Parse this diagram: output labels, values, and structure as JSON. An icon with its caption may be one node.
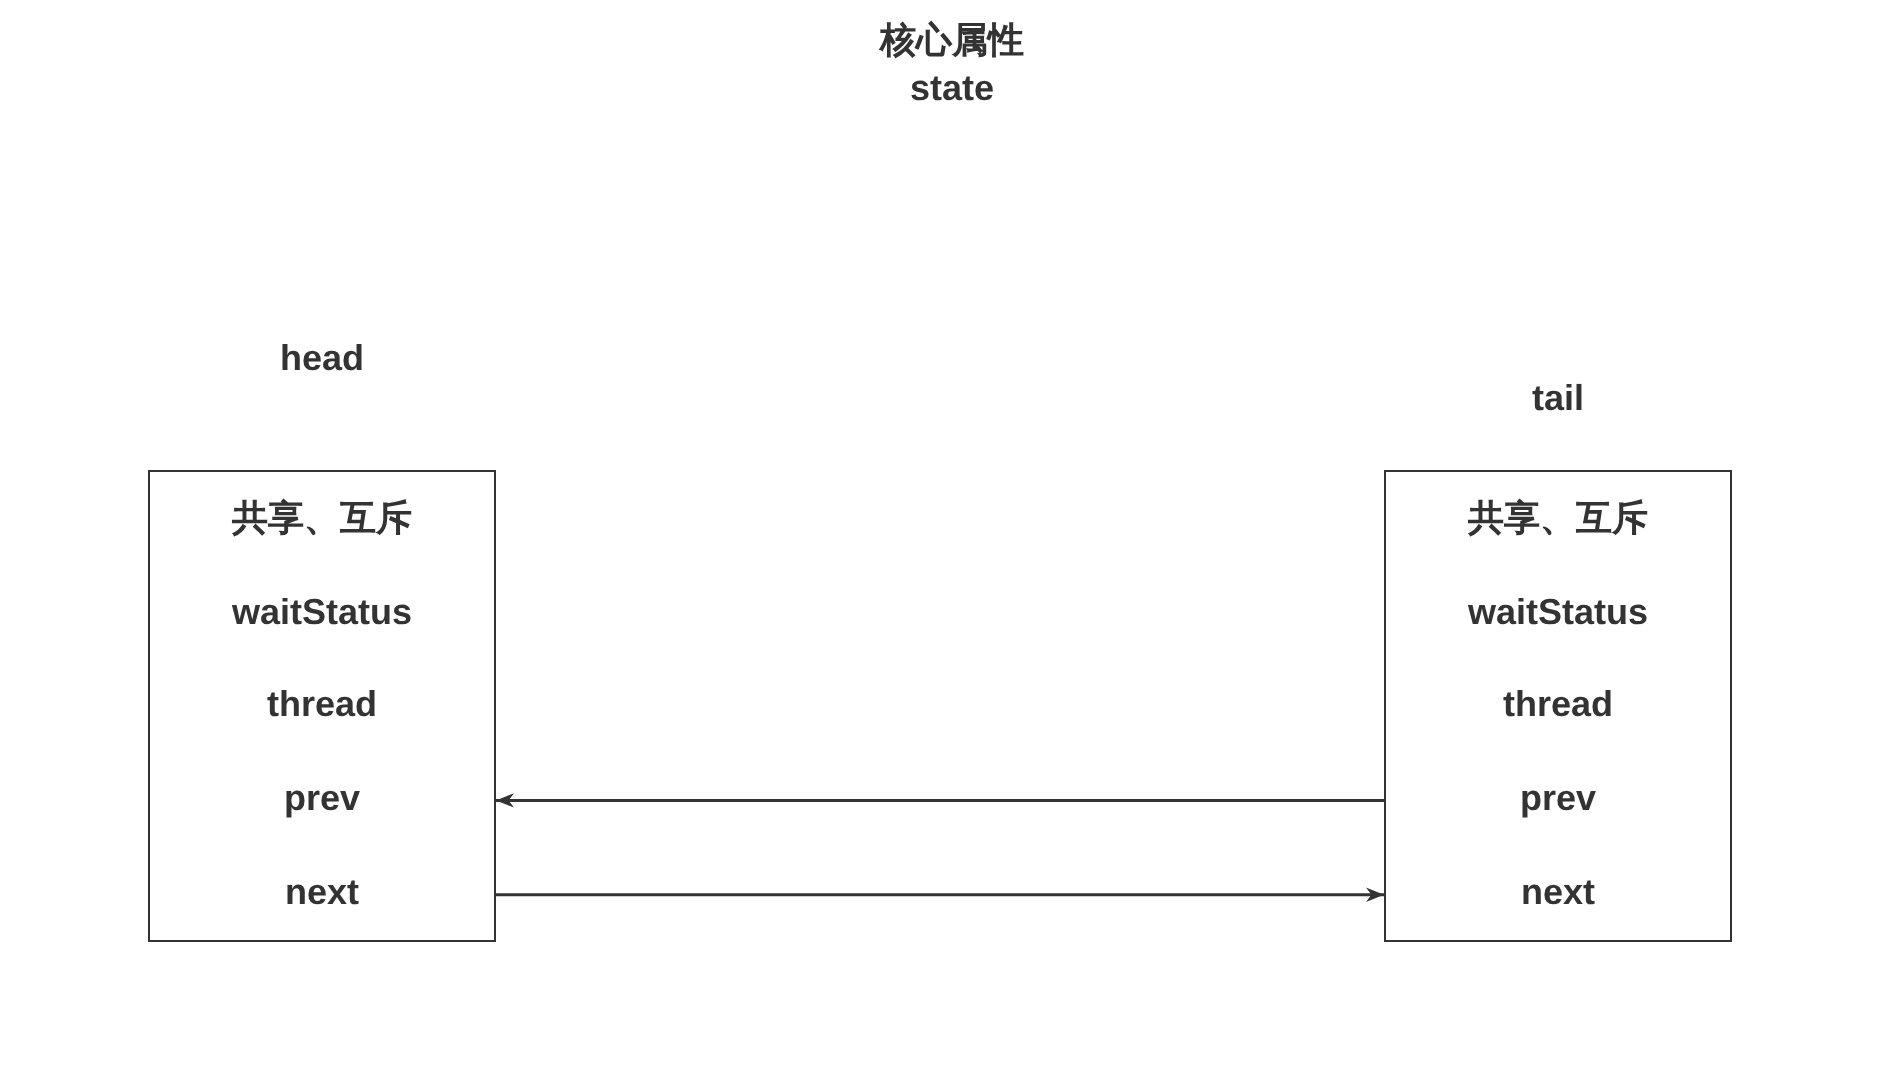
{
  "diagram": {
    "title": "核心属性",
    "nodes": [
      {
        "text": [
          "head"
        ]
      },
      {
        "text": [
          "共享、互斥"
        ],
        "in": 0
      },
      {
        "text": [
          "waitStatus"
        ],
        "in": 0
      },
      {
        "text": [
          "thread"
        ],
        "in": 0
      },
      {
        "text": [
          "prev"
        ],
        "in": 0
      },
      {
        "text": [
          "next"
        ],
        "in": 0
      },
      {
        "text": [
          "tail"
        ]
      },
      {
        "text": [
          "共享、互斥"
        ],
        "in": 6
      },
      {
        "text": [
          "waitStatus"
        ],
        "in": 6
      },
      {
        "text": [
          "thread"
        ],
        "in": 6
      },
      {
        "text": [
          "prev"
        ],
        "in": 6
      },
      {
        "text": [
          "next"
        ],
        "in": 6
      }
    ],
    "edges": [
      {
        "from": 10,
        "to": 4,
        "arrow": "to"
      },
      {
        "from": 5,
        "to": 11,
        "arrow": "to"
      }
    ],
    "labels": [
      "state"
    ]
  }
}
